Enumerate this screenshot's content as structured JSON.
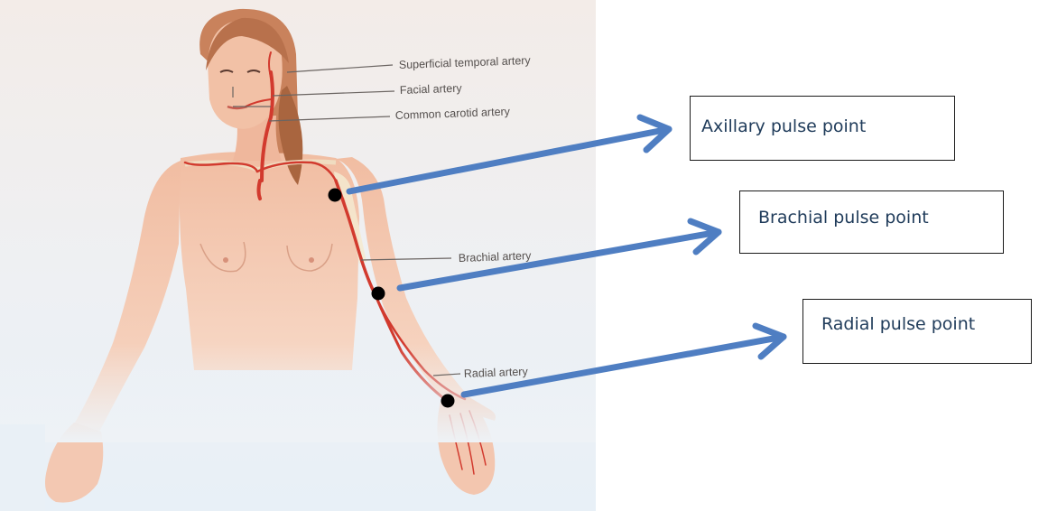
{
  "figure": {
    "artery_labels": {
      "superficial_temporal": "Superficial temporal artery",
      "facial": "Facial artery",
      "common_carotid": "Common carotid artery",
      "brachial": "Brachial artery",
      "radial": "Radial artery"
    }
  },
  "callouts": {
    "axillary": "Axillary pulse point",
    "brachial": "Brachial pulse point",
    "radial": "Radial pulse point"
  },
  "colors": {
    "arrow": "#4f7ec2",
    "artery": "#d23a2e",
    "skin": "#f3c2a8",
    "photo_bg": "#eef2f6",
    "box_text": "#1f3b5a"
  }
}
